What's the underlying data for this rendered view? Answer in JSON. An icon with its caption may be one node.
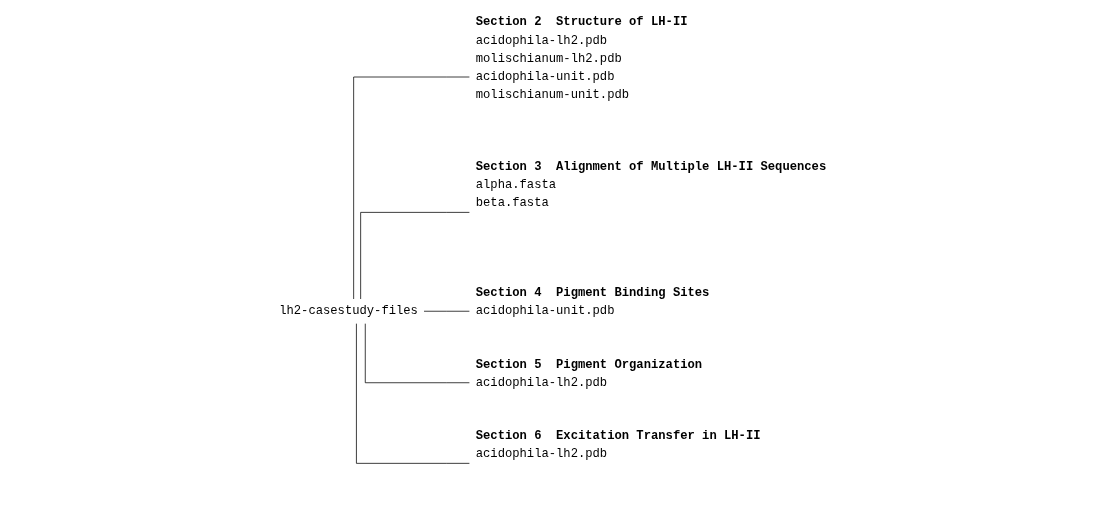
{
  "diagram": {
    "nodes": [
      {
        "text": [
          "lh2-casestudy-files"
        ]
      },
      {
        "text": [
          "Section 2  Structure of LH-II",
          "acidophila-lh2.pdb",
          "molischianum-lh2.pdb",
          "acidophila-unit.pdb",
          "molischianum-unit.pdb"
        ]
      },
      {
        "text": [
          "Section 3  Alignment of Multiple LH-II Sequences",
          "alpha.fasta",
          "beta.fasta"
        ]
      },
      {
        "text": [
          "Section 4  Pigment Binding Sites",
          "acidophila-unit.pdb"
        ]
      },
      {
        "text": [
          "Section 5  Pigment Organization",
          "acidophila-lh2.pdb"
        ]
      },
      {
        "text": [
          "Section 6  Excitation Transfer in LH-II",
          "acidophila-lh2.pdb"
        ]
      }
    ],
    "edges": [
      {
        "from": 0,
        "to": 1,
        "arrow": "none"
      },
      {
        "from": 0,
        "to": 2,
        "arrow": "none"
      },
      {
        "from": 0,
        "to": 3,
        "arrow": "none"
      },
      {
        "from": 0,
        "to": 4,
        "arrow": "none"
      },
      {
        "from": 0,
        "to": 5,
        "arrow": "none"
      }
    ]
  }
}
